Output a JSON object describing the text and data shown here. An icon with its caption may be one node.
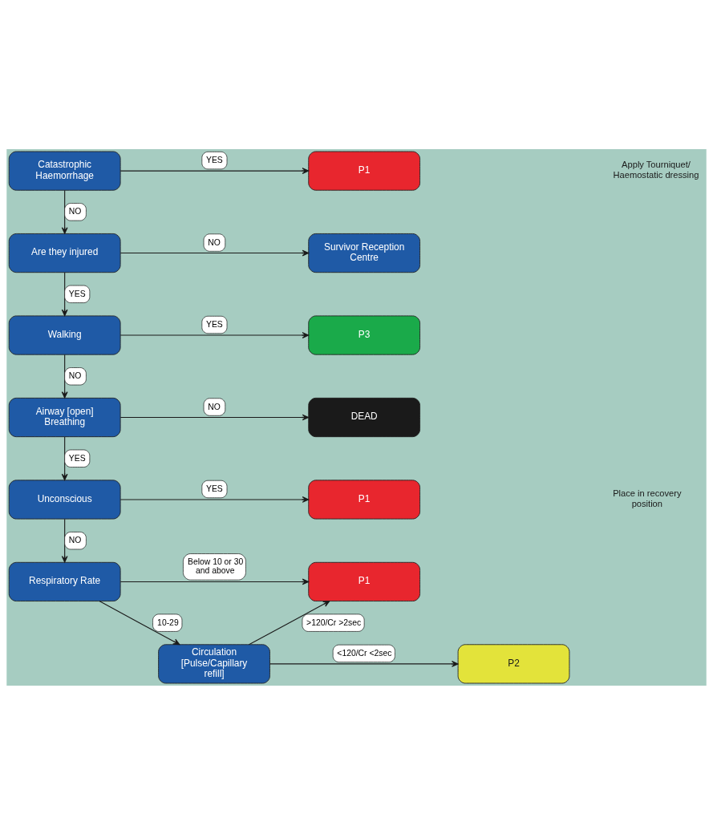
{
  "diagram": {
    "nodes": [
      {
        "text": [
          "Catastrophic Haemorrhage"
        ]
      },
      {
        "text": [
          "P1"
        ]
      },
      {
        "text": [
          "Are they injured"
        ]
      },
      {
        "text": [
          "Survivor Reception Centre"
        ]
      },
      {
        "text": [
          "Walking"
        ]
      },
      {
        "text": [
          "P3"
        ]
      },
      {
        "text": [
          "Airway [open] Breathing"
        ]
      },
      {
        "text": [
          "DEAD"
        ]
      },
      {
        "text": [
          "Unconscious"
        ]
      },
      {
        "text": [
          "P1"
        ]
      },
      {
        "text": [
          "Respiratory Rate"
        ]
      },
      {
        "text": [
          "P1"
        ]
      },
      {
        "text": [
          "Circulation [Pulse/Capillary refill]"
        ]
      },
      {
        "text": [
          "P2"
        ]
      }
    ],
    "edges": [
      {
        "from": 0,
        "to": 1,
        "arrow": "to",
        "label": "YES"
      },
      {
        "from": 0,
        "to": 2,
        "arrow": "to",
        "label": "NO"
      },
      {
        "from": 2,
        "to": 3,
        "arrow": "to",
        "label": "NO"
      },
      {
        "from": 2,
        "to": 4,
        "arrow": "to",
        "label": "YES"
      },
      {
        "from": 4,
        "to": 5,
        "arrow": "to",
        "label": "YES"
      },
      {
        "from": 4,
        "to": 6,
        "arrow": "to",
        "label": "NO"
      },
      {
        "from": 6,
        "to": 7,
        "arrow": "to",
        "label": "NO"
      },
      {
        "from": 6,
        "to": 8,
        "arrow": "to",
        "label": "YES"
      },
      {
        "from": 8,
        "to": 9,
        "arrow": "to",
        "label": "YES"
      },
      {
        "from": 8,
        "to": 10,
        "arrow": "to",
        "label": "NO"
      },
      {
        "from": 10,
        "to": 11,
        "arrow": "to",
        "label": "Below 10 or 30 and above"
      },
      {
        "from": 10,
        "to": 12,
        "arrow": "to",
        "label": "10-29"
      },
      {
        "from": 12,
        "to": 11,
        "arrow": "to",
        "label": ">120/Cr >2sec"
      },
      {
        "from": 12,
        "to": 13,
        "arrow": "to",
        "label": "<120/Cr <2sec"
      }
    ],
    "labels": [
      "Apply Tourniquet/ Haemostatic dressing",
      "Place in recovery position"
    ]
  }
}
